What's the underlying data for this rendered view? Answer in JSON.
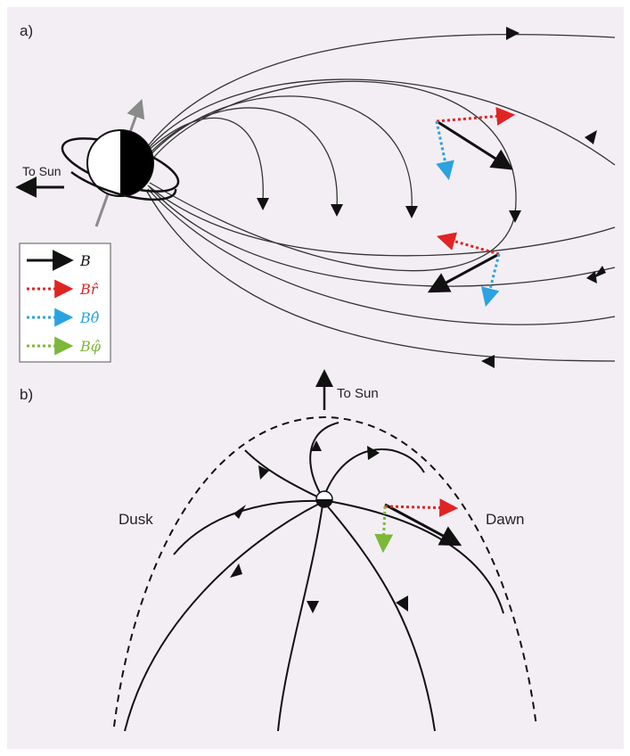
{
  "panel_a": {
    "label": "a)",
    "to_sun": "To Sun",
    "legend": {
      "items": [
        {
          "text": "B",
          "color": "#111111",
          "style": "solid"
        },
        {
          "text": "Br̂",
          "color": "#e02424",
          "style": "dotted"
        },
        {
          "text": "Bθ̂",
          "color": "#2aa3e0",
          "style": "dotted"
        },
        {
          "text": "Bφ̂",
          "color": "#7cb83a",
          "style": "dotted"
        }
      ]
    }
  },
  "panel_b": {
    "label": "b)",
    "to_sun": "To Sun",
    "dusk": "Dusk",
    "dawn": "Dawn"
  },
  "colors": {
    "background": "#f3eef4",
    "line": "#222222",
    "radial": "#e02424",
    "theta": "#2aa3e0",
    "phi": "#7cb83a",
    "axis": "#8a8a8a"
  }
}
